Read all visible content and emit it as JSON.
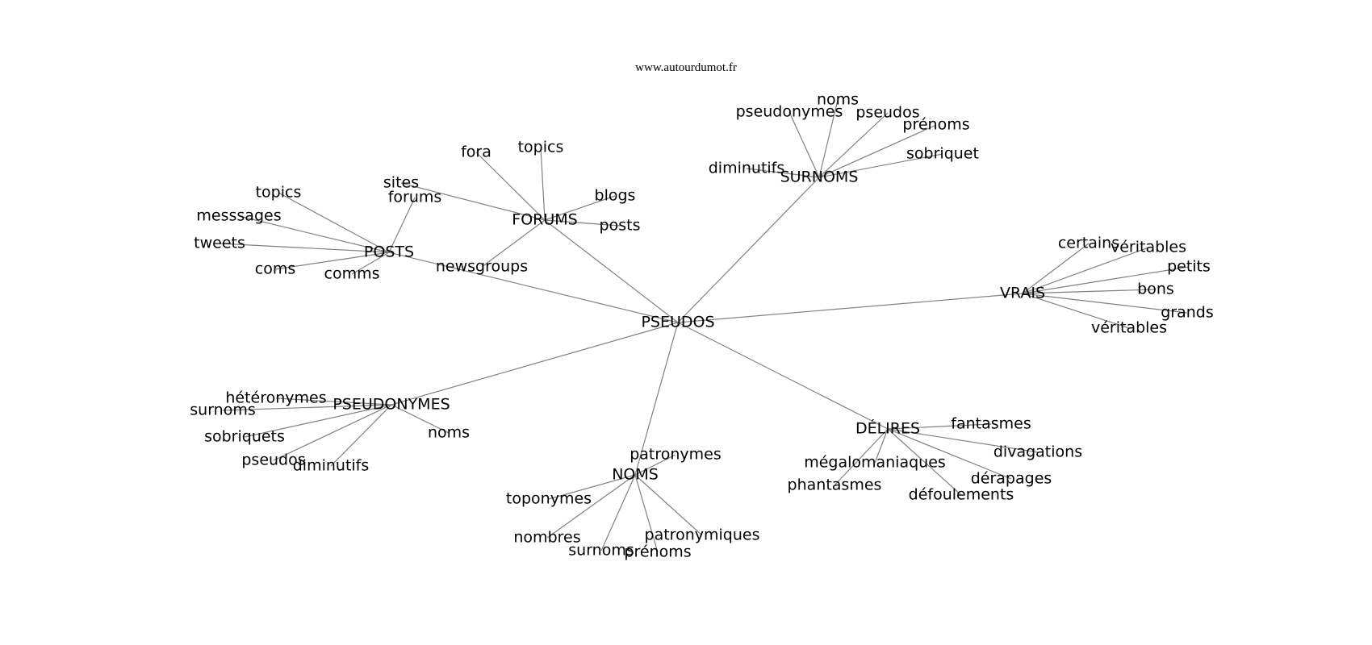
{
  "source": "www.autourdumot.fr",
  "center": "PSEUDOS",
  "groups": [
    {
      "hub": "SURNOMS",
      "leaves": [
        "noms",
        "pseudonymes",
        "pseudos",
        "prénoms",
        "diminutifs",
        "sobriquet"
      ]
    },
    {
      "hub": "FORUMS",
      "leaves": [
        "fora",
        "topics",
        "sites",
        "blogs",
        "posts",
        "newsgroups"
      ]
    },
    {
      "hub": "POSTS",
      "leaves": [
        "topics",
        "messsages",
        "forums",
        "tweets",
        "coms",
        "comms"
      ]
    },
    {
      "hub": "VRAIS",
      "leaves": [
        "certains",
        "véritables",
        "petits",
        "bons",
        "grands",
        "véritables"
      ]
    },
    {
      "hub": "PSEUDONYMES",
      "leaves": [
        "hétéronymes",
        "surnoms",
        "sobriquets",
        "pseudos",
        "diminutifs",
        "noms"
      ]
    },
    {
      "hub": "NOMS",
      "leaves": [
        "patronymes",
        "toponymes",
        "nombres",
        "surnoms",
        "prénoms",
        "patronymiques"
      ]
    },
    {
      "hub": "DÉLIRES",
      "leaves": [
        "fantasmes",
        "divagations",
        "mégalomaniaques",
        "phantasmes",
        "dérapages",
        "défoulements"
      ]
    }
  ]
}
